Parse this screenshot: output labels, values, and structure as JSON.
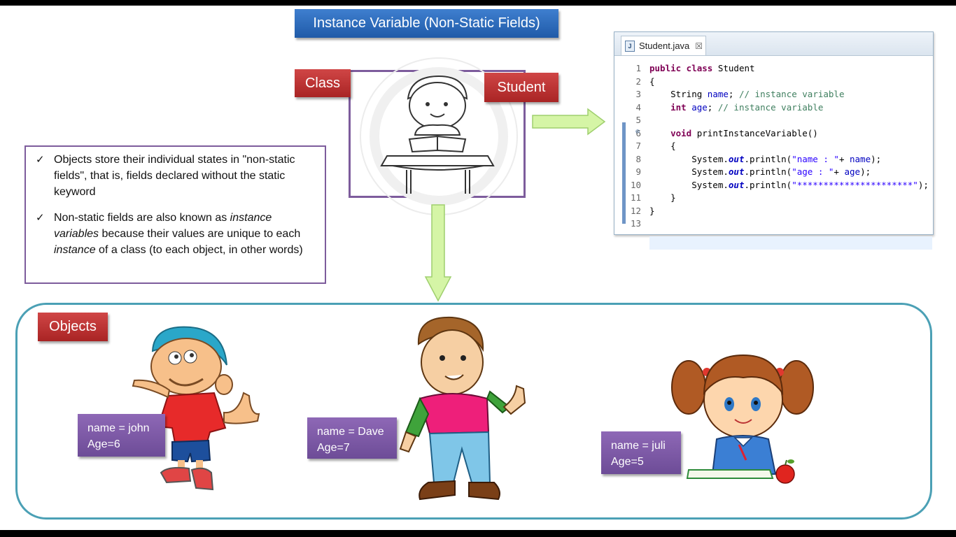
{
  "title": "Instance Variable (Non-Static Fields)",
  "labels": {
    "class": "Class",
    "student": "Student",
    "objects": "Objects"
  },
  "bullets": [
    {
      "text": "Objects store their individual states in \"non-static fields\", that is, fields declared without the static keyword"
    },
    {
      "text_parts": [
        "Non-static fields are also known as ",
        "instance variables",
        " because their values are unique to each ",
        "instance",
        " of a class (to each object, in other words)"
      ]
    }
  ],
  "ide": {
    "tab_name": "Student.java",
    "tab_icon": "J",
    "close_glyph": "☒",
    "fold_glyph": "⊖",
    "lines": [
      {
        "num": "1",
        "tokens": [
          [
            "kw",
            "public class"
          ],
          [
            "",
            " Student"
          ]
        ]
      },
      {
        "num": "2",
        "tokens": [
          [
            "",
            "{"
          ]
        ]
      },
      {
        "num": "3",
        "tokens": [
          [
            "",
            "    String "
          ],
          [
            "fld",
            "name"
          ],
          [
            "",
            "; "
          ],
          [
            "cm",
            "// instance variable"
          ]
        ]
      },
      {
        "num": "4",
        "tokens": [
          [
            "",
            "    "
          ],
          [
            "kw",
            "int"
          ],
          [
            "",
            " "
          ],
          [
            "fld",
            "age"
          ],
          [
            "",
            "; "
          ],
          [
            "cm",
            "// instance variable"
          ]
        ]
      },
      {
        "num": "5",
        "tokens": []
      },
      {
        "num": "6",
        "tokens": [
          [
            "",
            "    "
          ],
          [
            "kw",
            "void"
          ],
          [
            "",
            " printInstanceVariable()"
          ]
        ]
      },
      {
        "num": "7",
        "tokens": [
          [
            "",
            "    {"
          ]
        ]
      },
      {
        "num": "8",
        "tokens": [
          [
            "",
            "        System."
          ],
          [
            "it",
            "out"
          ],
          [
            "",
            ".println("
          ],
          [
            "st",
            "\"name : \""
          ],
          [
            "",
            "+ "
          ],
          [
            "fld",
            "name"
          ],
          [
            "",
            ");"
          ]
        ]
      },
      {
        "num": "9",
        "tokens": [
          [
            "",
            "        System."
          ],
          [
            "it",
            "out"
          ],
          [
            "",
            ".println("
          ],
          [
            "st",
            "\"age : \""
          ],
          [
            "",
            "+ "
          ],
          [
            "fld",
            "age"
          ],
          [
            "",
            ");"
          ]
        ]
      },
      {
        "num": "10",
        "tokens": [
          [
            "",
            "        System."
          ],
          [
            "it",
            "out"
          ],
          [
            "",
            ".println("
          ],
          [
            "st",
            "\"**********************\""
          ],
          [
            "",
            ");"
          ]
        ]
      },
      {
        "num": "11",
        "tokens": [
          [
            "",
            "    }"
          ]
        ]
      },
      {
        "num": "12",
        "tokens": [
          [
            "",
            "}"
          ]
        ]
      },
      {
        "num": "13",
        "tokens": []
      }
    ]
  },
  "objects": [
    {
      "name": "name = john",
      "age": "Age=6"
    },
    {
      "name": "name = Dave",
      "age": "Age=7"
    },
    {
      "name": "name = juli",
      "age": "Age=5"
    }
  ],
  "colors": {
    "title_blue": "#2f6cba",
    "label_red": "#bb3333",
    "card_purple": "#7b5aa6",
    "frame_purple": "#7d5c9c",
    "objects_border": "#4ba0b5",
    "arrow_green": "#d5f5a6"
  },
  "icons": [
    "check-icon",
    "java-file-icon",
    "close-tab-icon",
    "fold-icon",
    "right-arrow",
    "down-arrow"
  ]
}
